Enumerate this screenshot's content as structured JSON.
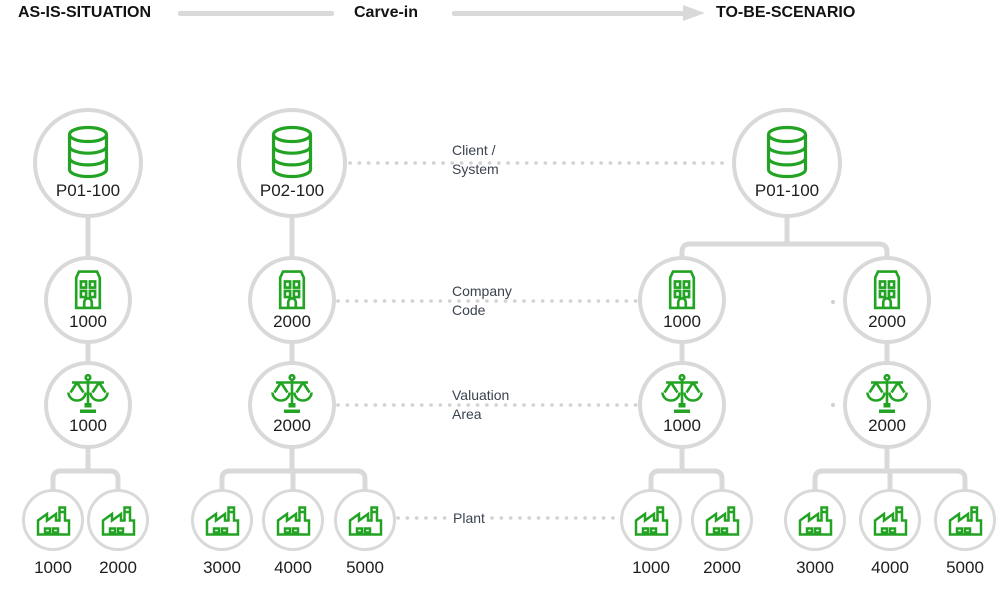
{
  "header": {
    "as_is": "AS-IS-SITUATION",
    "carve_in": "Carve-in",
    "to_be": "TO-BE-SCENARIO"
  },
  "level_labels": {
    "client": [
      "Client /",
      "System"
    ],
    "company_code": [
      "Company",
      "Code"
    ],
    "valuation_area": [
      "Valuation",
      "Area"
    ],
    "plant": [
      "Plant"
    ]
  },
  "as_is": {
    "tree1": {
      "client": "P01-100",
      "company_code": "1000",
      "valuation_area": "1000",
      "plants": [
        "1000",
        "2000"
      ]
    },
    "tree2": {
      "client": "P02-100",
      "company_code": "2000",
      "valuation_area": "2000",
      "plants": [
        "3000",
        "4000",
        "5000"
      ]
    }
  },
  "to_be": {
    "client": "P01-100",
    "branch1": {
      "company_code": "1000",
      "valuation_area": "1000",
      "plants": [
        "1000",
        "2000"
      ]
    },
    "branch2": {
      "company_code": "2000",
      "valuation_area": "2000",
      "plants": [
        "3000",
        "4000",
        "5000"
      ]
    }
  },
  "colors": {
    "icon_green": "#23a323",
    "line_gray": "#d9d9d9",
    "dot_gray": "#d2d2d2",
    "text_dark": "#1e1e1e",
    "label_slate": "#3b434f"
  }
}
